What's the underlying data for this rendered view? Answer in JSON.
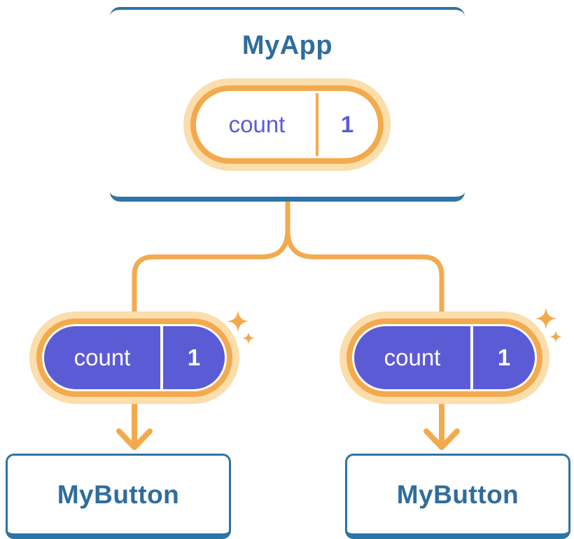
{
  "diagram": {
    "description": "Component tree with shared state passed from parent to children",
    "root": {
      "title": "MyApp",
      "state": {
        "name": "count",
        "value": "1"
      }
    },
    "children": [
      {
        "title": "MyButton",
        "state": {
          "name": "count",
          "value": "1"
        }
      },
      {
        "title": "MyButton",
        "state": {
          "name": "count",
          "value": "1"
        }
      }
    ],
    "icons": [
      "sparkle-icon"
    ],
    "colors": {
      "orange": "#F3AA4E",
      "orange_halo": "#FBDEAB",
      "purple": "#5C5BD6",
      "blue_border": "#2E74A6",
      "blue_text": "#2F6D9B",
      "background": "#FFFFFF"
    }
  }
}
